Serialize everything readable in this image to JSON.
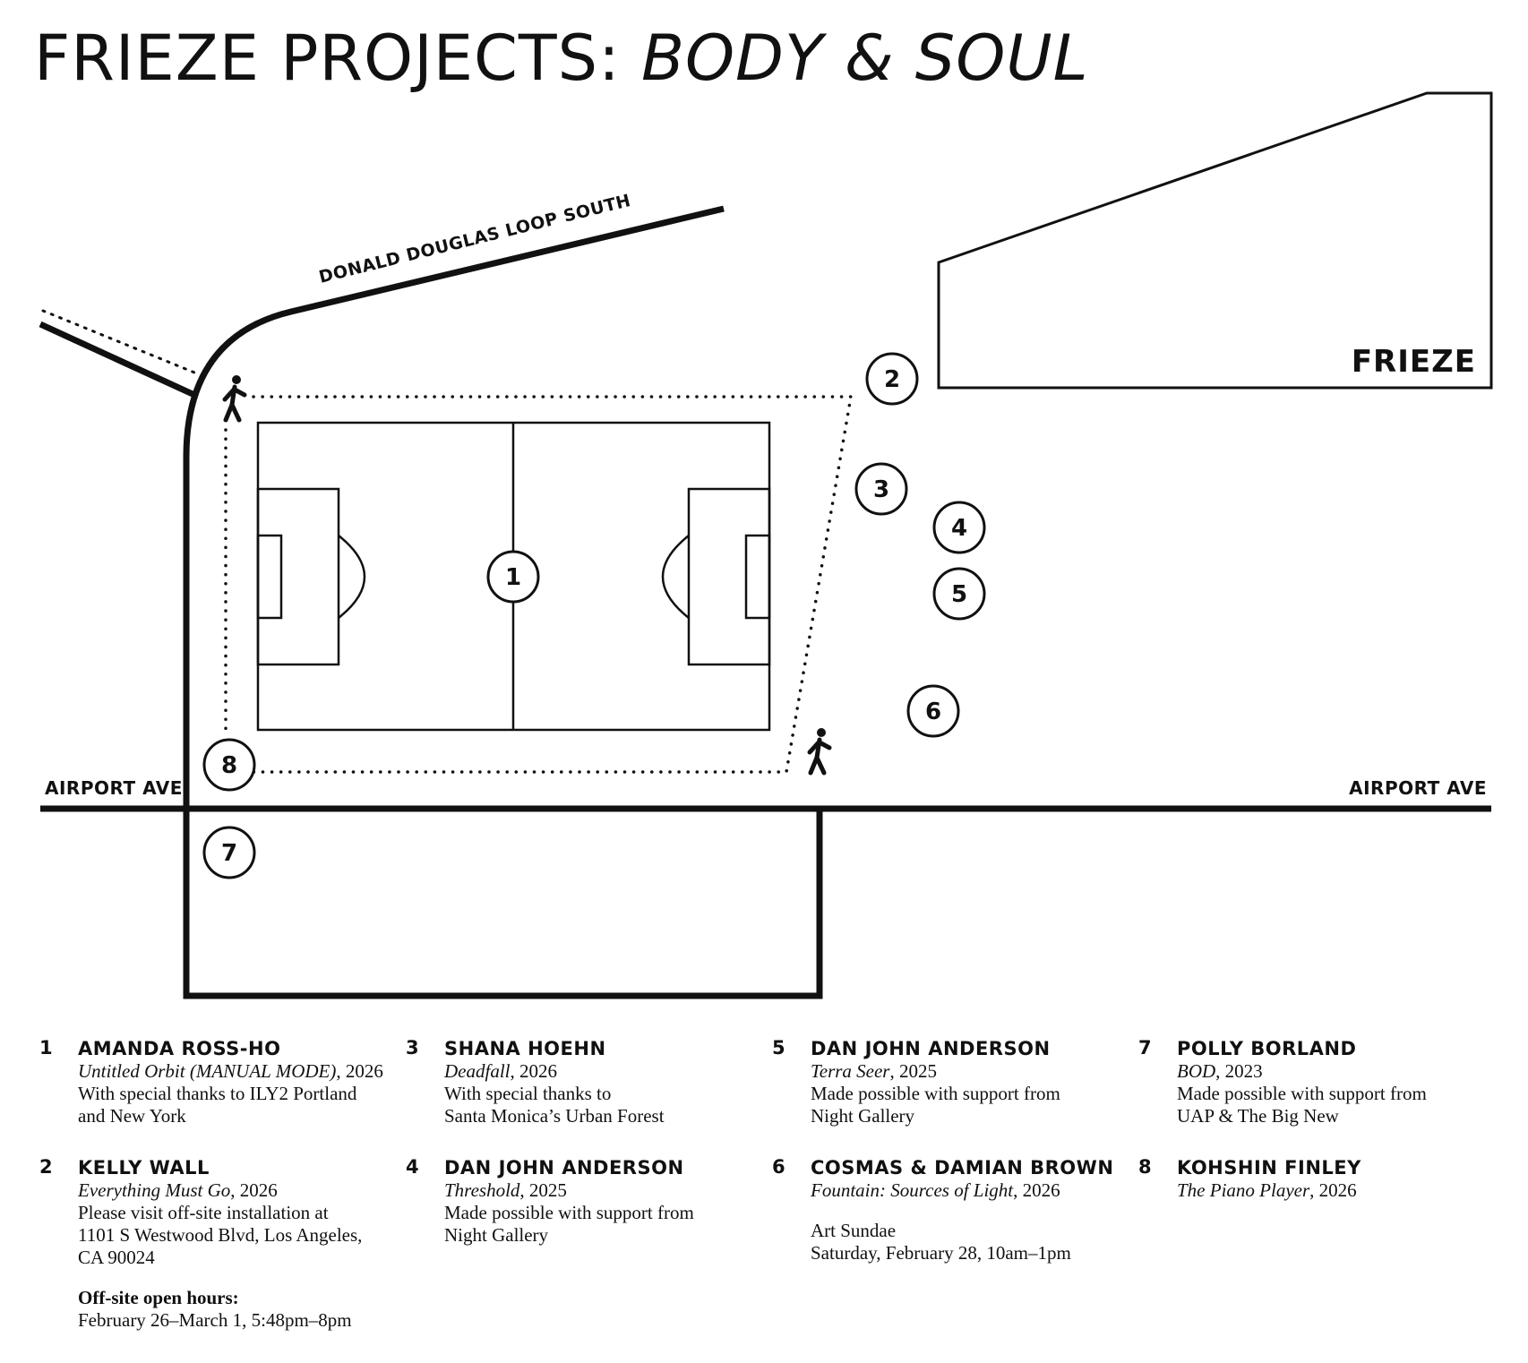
{
  "title": {
    "main": "FRIEZE PROJECTS: ",
    "italic": "BODY & SOUL"
  },
  "map": {
    "road_loop": "DONALD DOUGLAS LOOP SOUTH",
    "road_left": "AIRPORT AVE",
    "road_right": "AIRPORT AVE",
    "building": "FRIEZE",
    "markers": [
      "1",
      "2",
      "3",
      "4",
      "5",
      "6",
      "7",
      "8"
    ]
  },
  "legend": [
    {
      "num": "1",
      "artist": "AMANDA ROSS-HO",
      "work": "Untitled Orbit (MANUAL MODE)",
      "year": ", 2026",
      "lines": [
        "With special thanks to ILY2 Portland",
        "and New York"
      ]
    },
    {
      "num": "2",
      "artist": "KELLY WALL",
      "work": "Everything Must Go",
      "year": ", 2026",
      "lines": [
        "Please visit off-site installation at",
        "1101 S Westwood Blvd, Los Angeles,",
        "CA 90024"
      ],
      "hours_label": "Off-site open hours:",
      "hours": "February 26–March 1, 5:48pm–8pm"
    },
    {
      "num": "3",
      "artist": "SHANA HOEHN",
      "work": "Deadfall",
      "year": ", 2026",
      "lines": [
        "With special thanks to",
        "Santa Monica’s Urban Forest"
      ]
    },
    {
      "num": "4",
      "artist": "DAN JOHN ANDERSON",
      "work": "Threshold",
      "year": ", 2025",
      "lines": [
        "Made possible with support from",
        "Night Gallery"
      ]
    },
    {
      "num": "5",
      "artist": "DAN JOHN ANDERSON",
      "work": "Terra Seer",
      "year": ", 2025",
      "lines": [
        "Made possible with support from",
        "Night Gallery"
      ]
    },
    {
      "num": "6",
      "artist": "COSMAS & DAMIAN BROWN",
      "work": "Fountain: Sources of Light",
      "year": ", 2026",
      "lines": [
        "Art Sundae",
        "Saturday, February 28, 10am–1pm"
      ]
    },
    {
      "num": "7",
      "artist": "POLLY BORLAND",
      "work": "BOD",
      "year": ", 2023",
      "lines": [
        "Made possible with support from",
        "UAP & The Big New"
      ]
    },
    {
      "num": "8",
      "artist": "KOHSHIN FINLEY",
      "work": "The Piano Player",
      "year": ", 2026",
      "lines": []
    }
  ]
}
